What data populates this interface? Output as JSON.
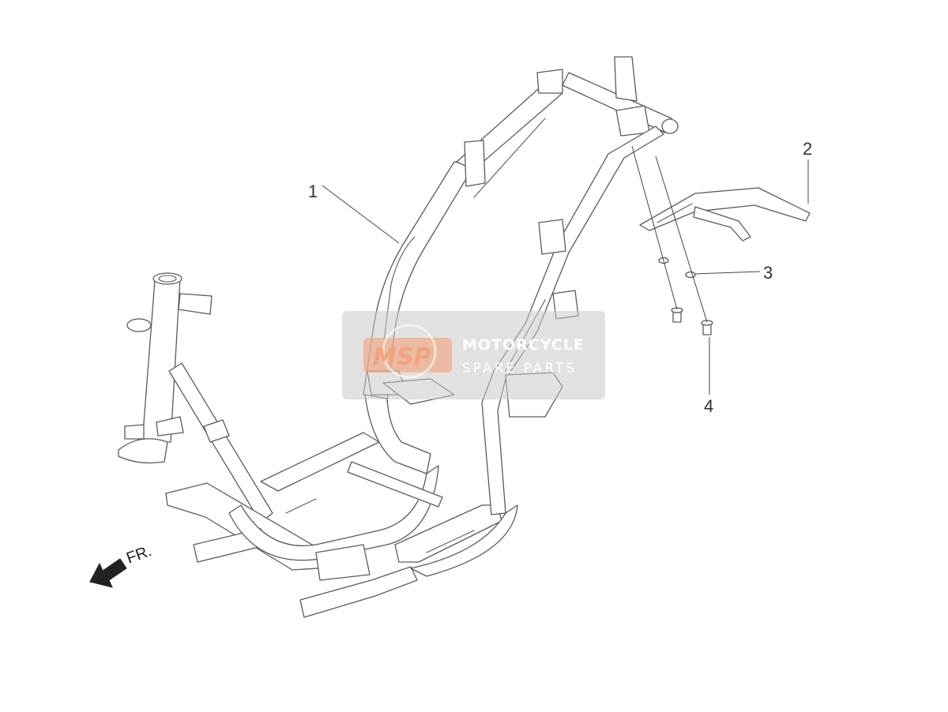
{
  "callouts": [
    {
      "id": "1",
      "label": "1"
    },
    {
      "id": "2",
      "label": "2"
    },
    {
      "id": "3",
      "label": "3"
    },
    {
      "id": "4",
      "label": "4"
    }
  ],
  "direction": {
    "label": "FR."
  },
  "watermark": {
    "logo": "MSP",
    "line1": "MOTORCYCLE",
    "line2": "SPARE PARTS"
  },
  "colors": {
    "line": "#5a5a5a",
    "watermark_bar": "#c8c8c8",
    "logo_accent": "#f2a07a"
  }
}
